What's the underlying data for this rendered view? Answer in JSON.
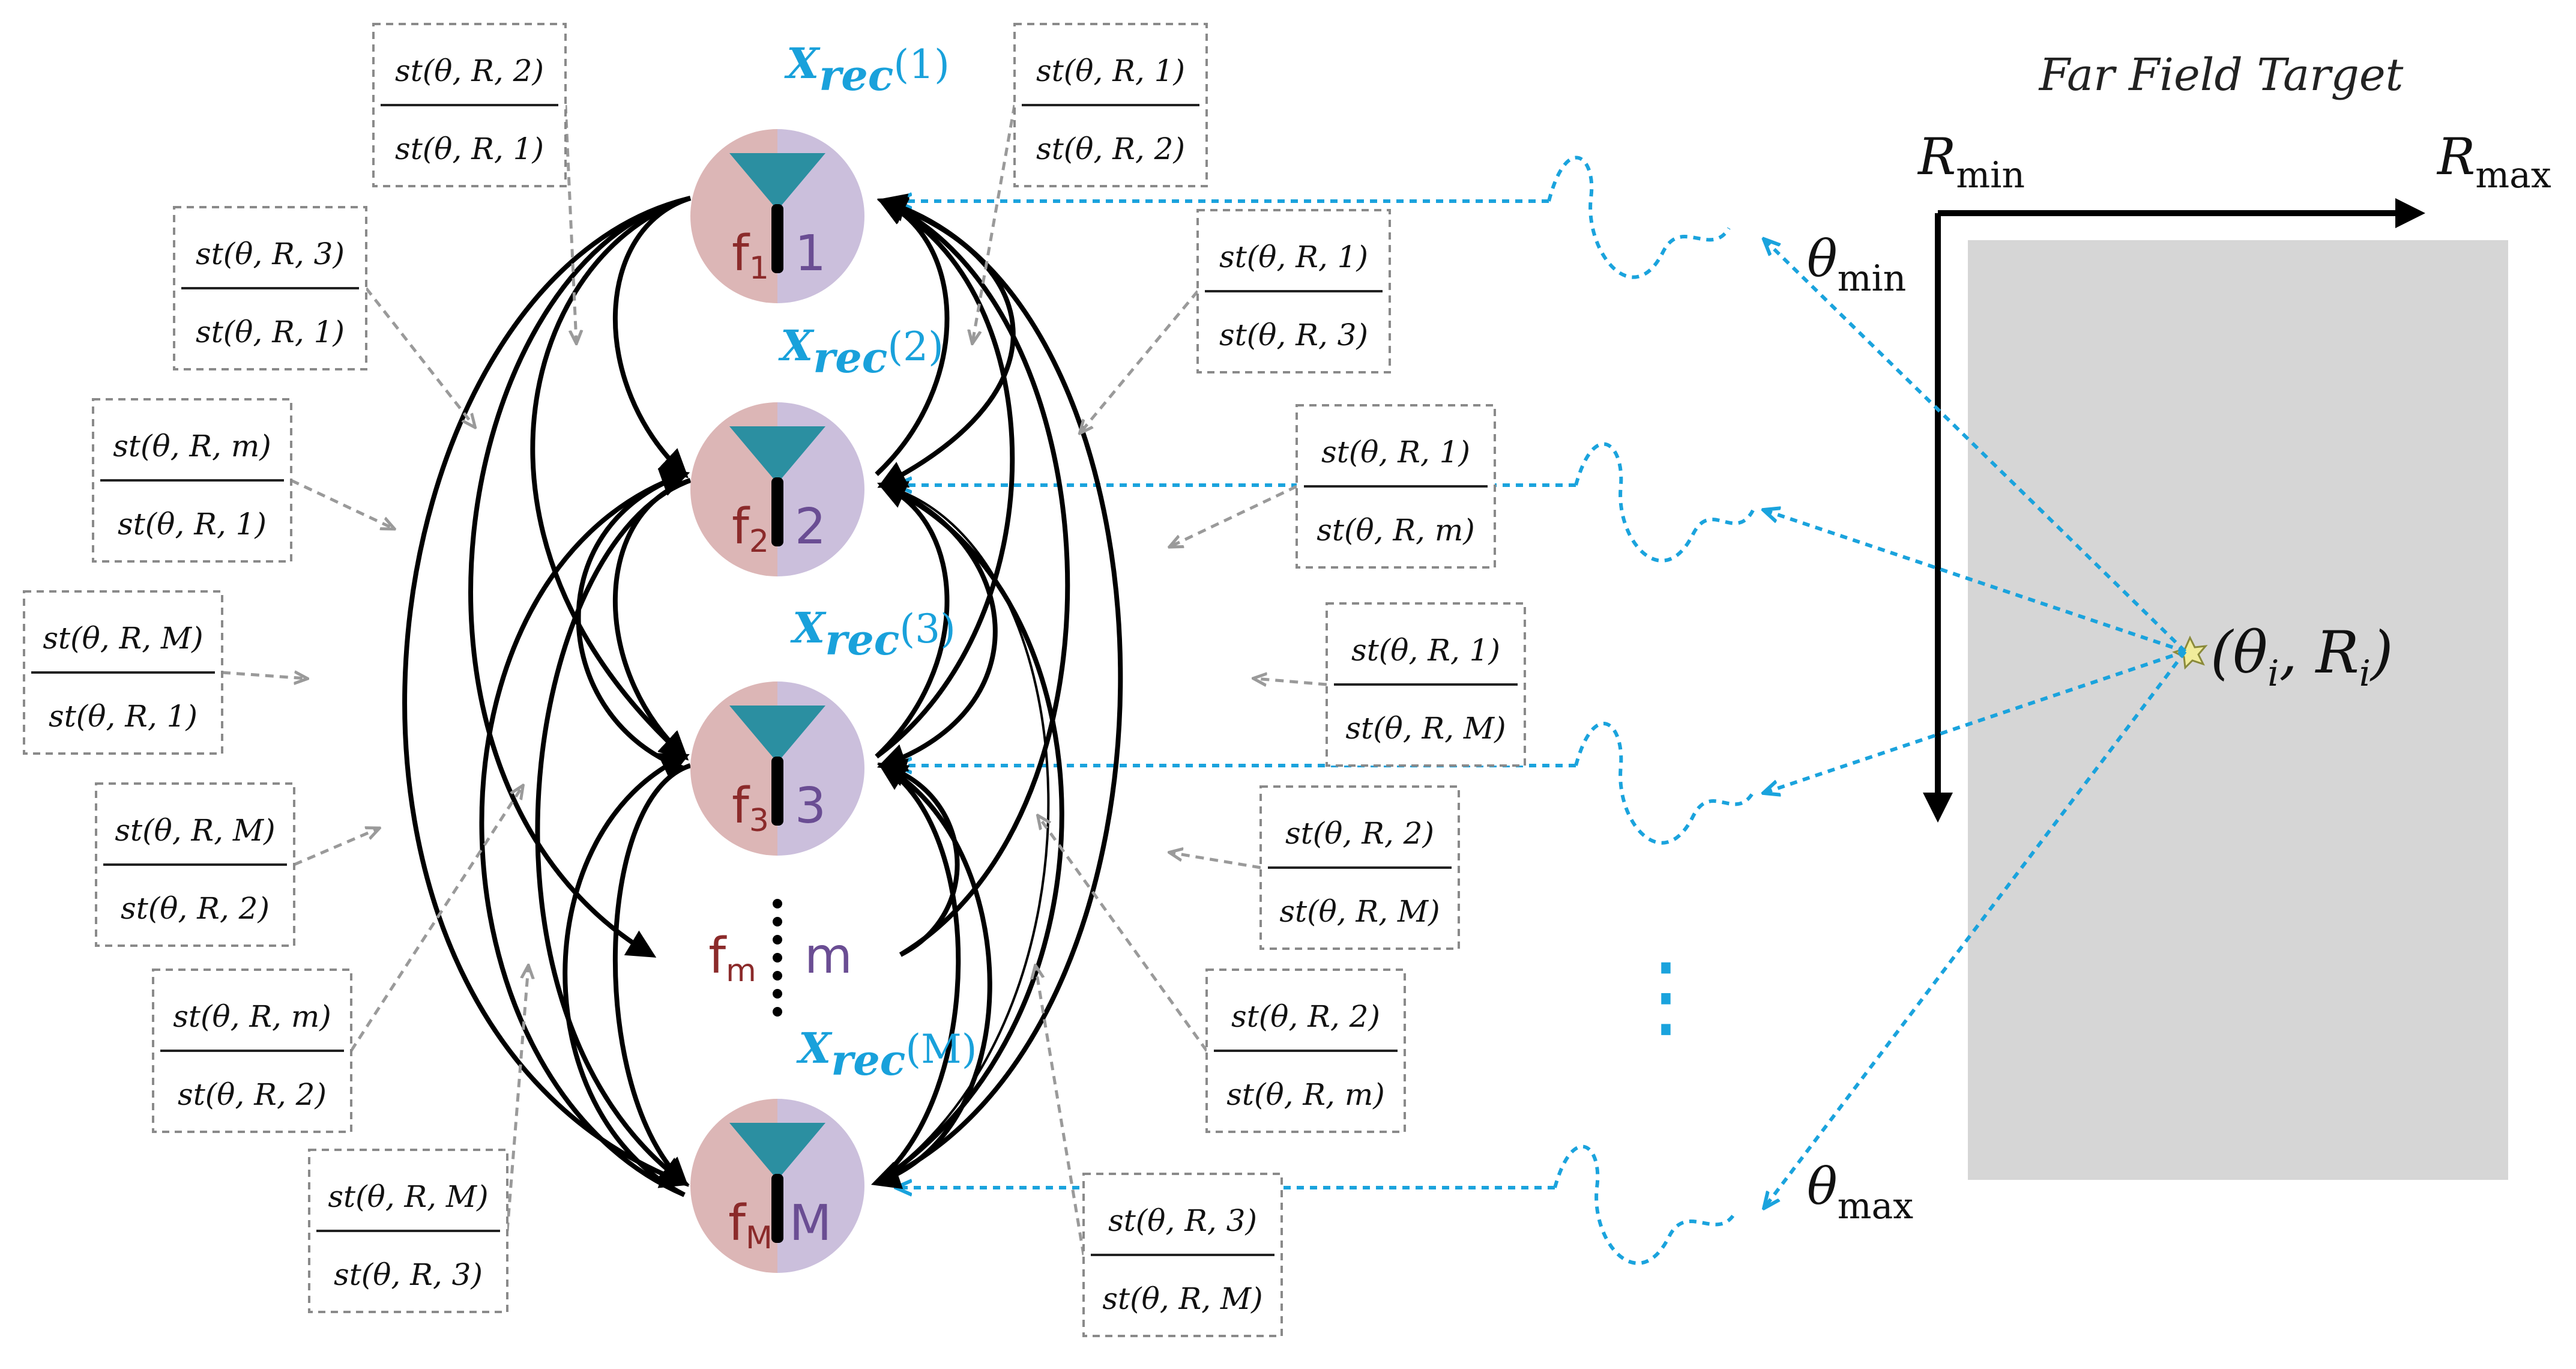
{
  "far_field": {
    "title": "Far Field Target",
    "r_min": "R",
    "r_min_sub": "min",
    "r_max": "R",
    "r_max_sub": "max",
    "theta_min": "θ",
    "theta_min_sub": "min",
    "theta_max": "θ",
    "theta_max_sub": "max",
    "target_label": "(θ",
    "target_i": "i",
    "target_comma": ", R",
    "target_close": ")",
    "dots": "⋮"
  },
  "nodes": [
    {
      "f": "f",
      "f_sub": "1",
      "idx": "1",
      "xrec": "X",
      "xrec_sub": "rec",
      "arg": "(1)"
    },
    {
      "f": "f",
      "f_sub": "2",
      "idx": "2",
      "xrec": "X",
      "xrec_sub": "rec",
      "arg": "(2)"
    },
    {
      "f": "f",
      "f_sub": "3",
      "idx": "3",
      "xrec": "X",
      "xrec_sub": "rec",
      "arg": "(3)"
    },
    {
      "f": "f",
      "f_sub": "m",
      "idx": "m"
    },
    {
      "f": "f",
      "f_sub": "M",
      "idx": "M",
      "xrec": "X",
      "xrec_sub": "rec",
      "arg": "(M)"
    }
  ],
  "fractions": [
    {
      "num": "st(θ, R, 2)",
      "den": "st(θ, R, 1)"
    },
    {
      "num": "st(θ, R, 1)",
      "den": "st(θ, R, 2)"
    },
    {
      "num": "st(θ, R, 3)",
      "den": "st(θ, R, 1)"
    },
    {
      "num": "st(θ, R, 1)",
      "den": "st(θ, R, 3)"
    },
    {
      "num": "st(θ, R, m)",
      "den": "st(θ, R, 1)"
    },
    {
      "num": "st(θ, R, 1)",
      "den": "st(θ, R, m)"
    },
    {
      "num": "st(θ, R, M)",
      "den": "st(θ, R, 1)"
    },
    {
      "num": "st(θ, R, 1)",
      "den": "st(θ, R, M)"
    },
    {
      "num": "st(θ, R, M)",
      "den": "st(θ, R, 2)"
    },
    {
      "num": "st(θ, R, 2)",
      "den": "st(θ, R, M)"
    },
    {
      "num": "st(θ, R, m)",
      "den": "st(θ, R, 2)"
    },
    {
      "num": "st(θ, R, 2)",
      "den": "st(θ, R, m)"
    },
    {
      "num": "st(θ, R, M)",
      "den": "st(θ, R, 3)"
    },
    {
      "num": "st(θ, R, 3)",
      "den": "st(θ, R, M)"
    }
  ],
  "colors": {
    "node_left": "#dcb6b6",
    "node_right": "#cbbfdc",
    "antenna": "#2b8fa1",
    "f_text": "#8b2a2a",
    "idx_text": "#6a4d93",
    "signal": "#19a1db",
    "target_area": "#d6d6d6"
  }
}
